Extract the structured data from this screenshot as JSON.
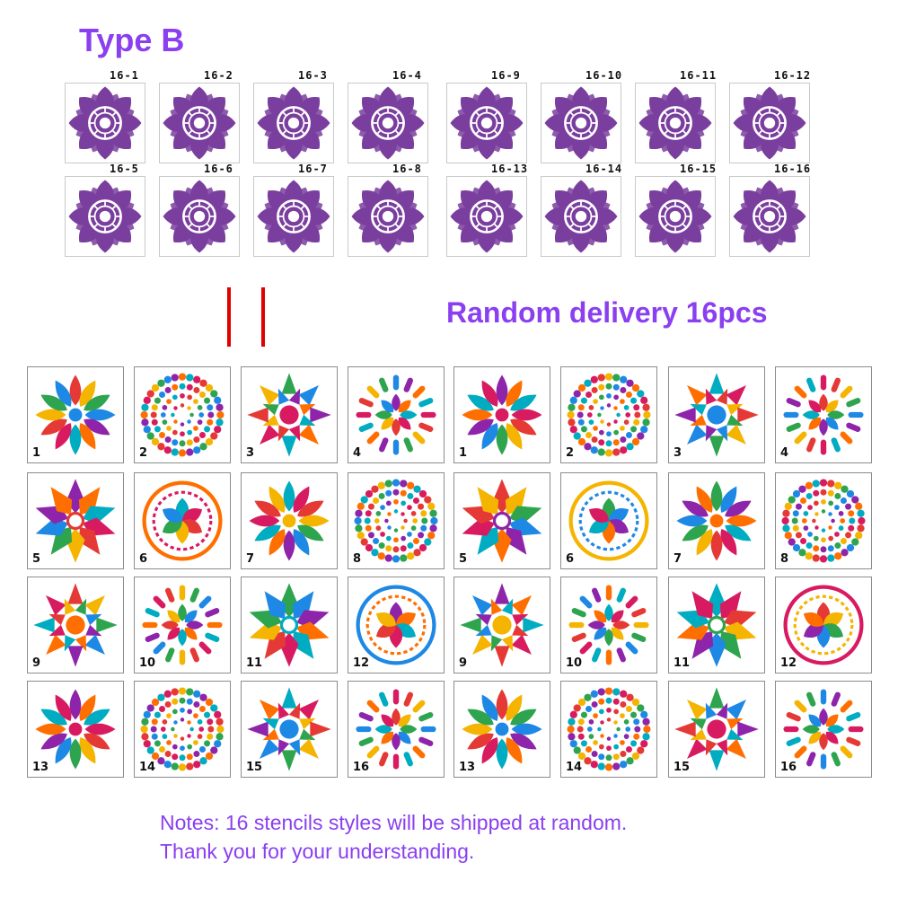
{
  "header": {
    "title": "Type B"
  },
  "type_b_set": {
    "labels": [
      [
        "16-1",
        "16-2",
        "16-3",
        "16-4",
        "16-9",
        "16-10",
        "16-11",
        "16-12"
      ],
      [
        "16-5",
        "16-6",
        "16-7",
        "16-8",
        "16-13",
        "16-14",
        "16-15",
        "16-16"
      ]
    ],
    "icon": "lotus-mandala-icon",
    "color": "#7a3f9e"
  },
  "random_section": {
    "title": "Random delivery 16pcs"
  },
  "stencils": {
    "left_set": [
      "1",
      "2",
      "3",
      "4",
      "5",
      "6",
      "7",
      "8",
      "9",
      "10",
      "11",
      "12",
      "13",
      "14",
      "15",
      "16"
    ],
    "right_set": [
      "1",
      "2",
      "3",
      "4",
      "5",
      "6",
      "7",
      "8",
      "9",
      "10",
      "11",
      "12",
      "13",
      "14",
      "15",
      "16"
    ],
    "icon": "mandala-stencil-icon",
    "palette": [
      "#e53935",
      "#f4b400",
      "#2ea44f",
      "#1e88e5",
      "#8e24aa",
      "#ff6f00",
      "#00acc1",
      "#d81b60"
    ]
  },
  "notes": {
    "line1": "Notes: 16 stencils styles will be shipped at random.",
    "line2": "Thank you for your understanding."
  }
}
